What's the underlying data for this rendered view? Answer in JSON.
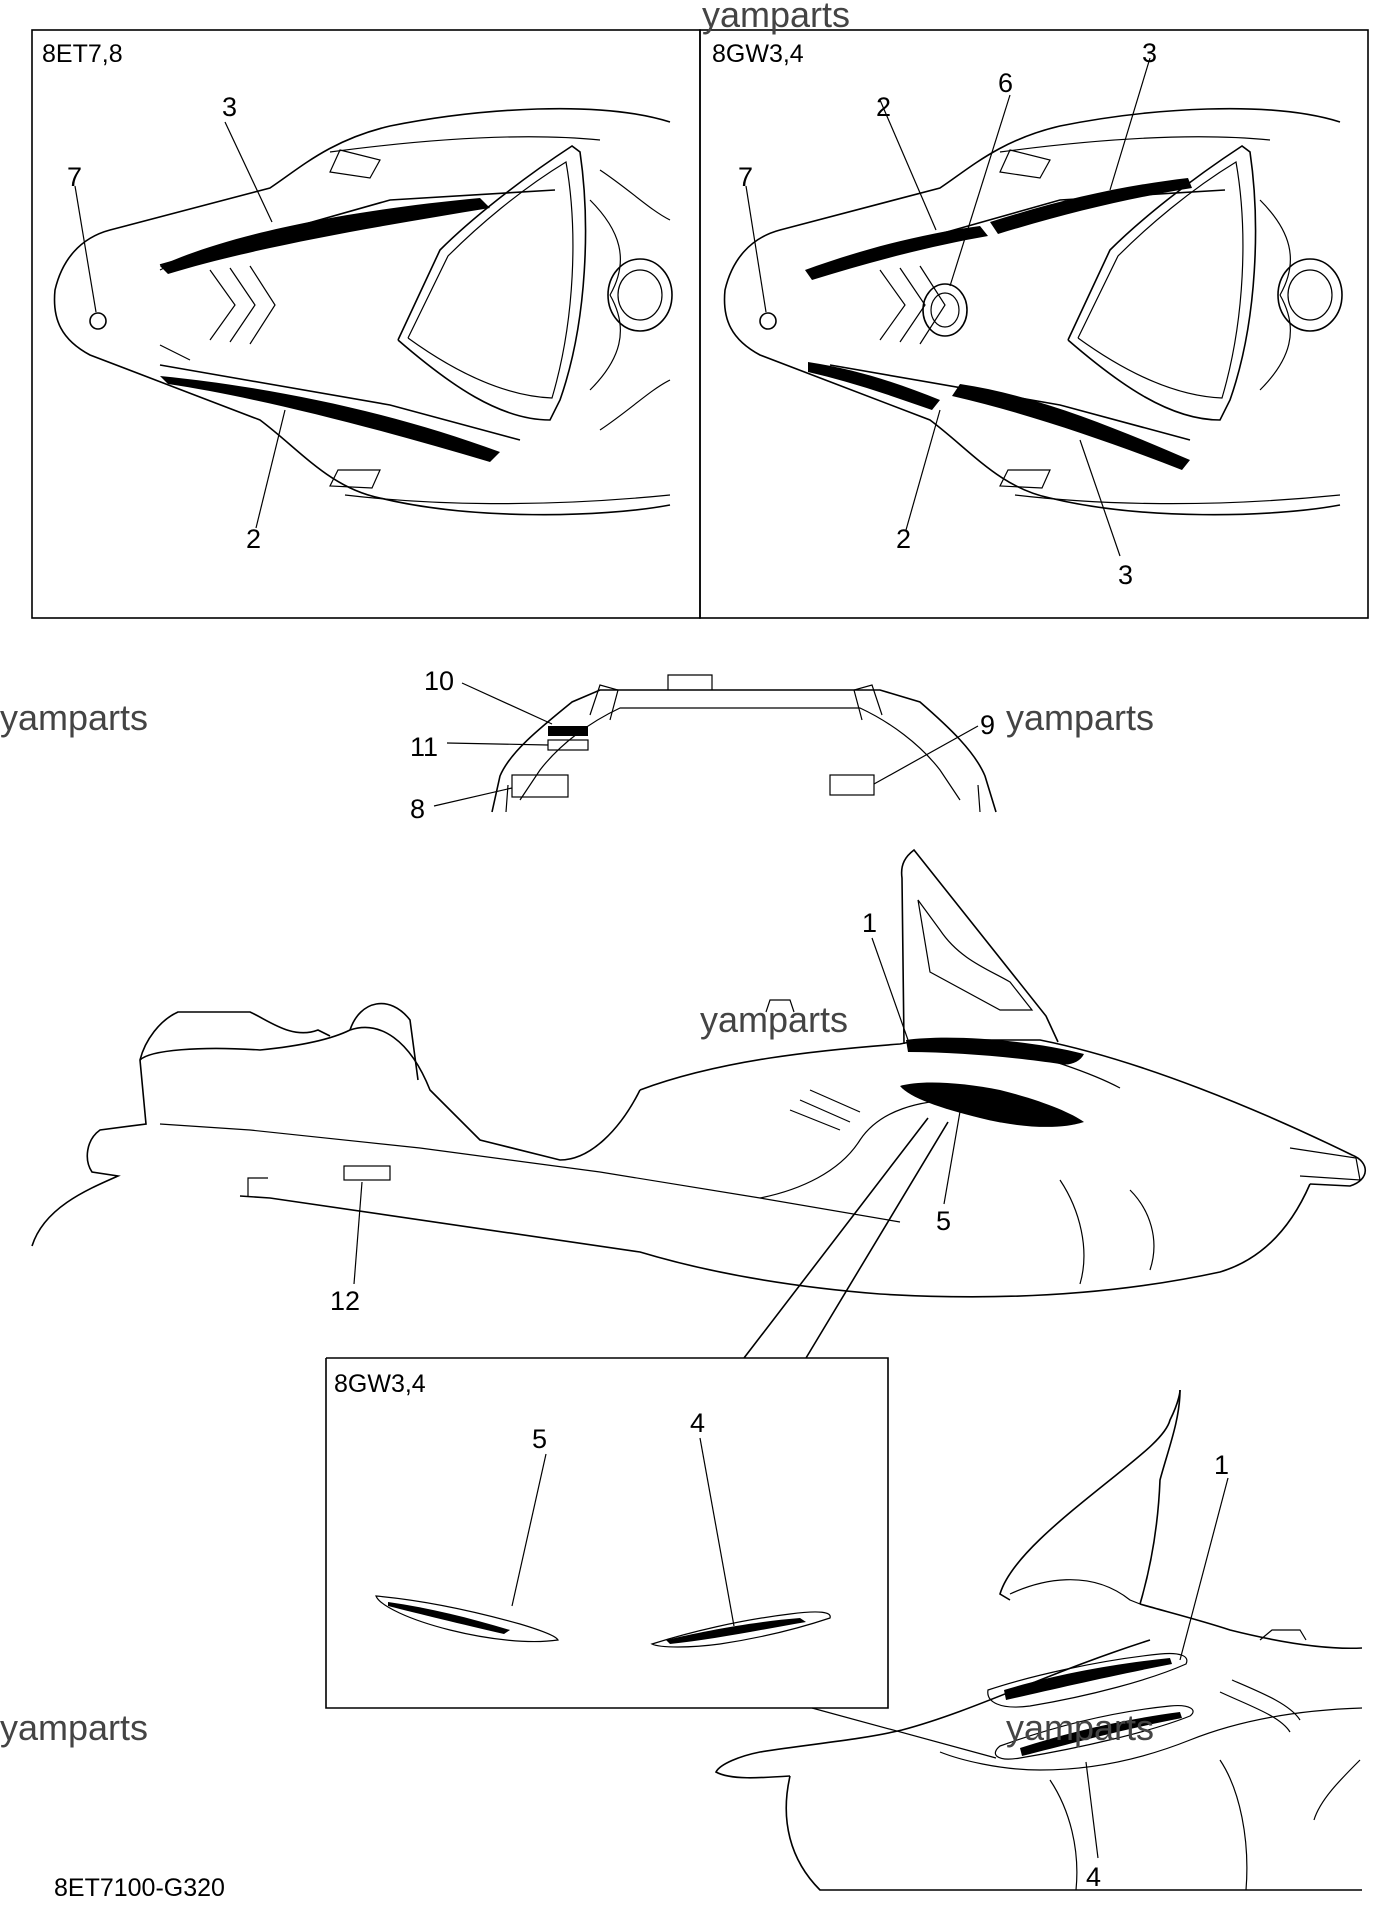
{
  "watermark": "yamparts",
  "panels": {
    "top_left": {
      "model": "8ET7,8",
      "callouts": [
        "3",
        "7",
        "2"
      ]
    },
    "top_right": {
      "model": "8GW3,4",
      "callouts": [
        "2",
        "6",
        "3",
        "7",
        "2",
        "3"
      ]
    }
  },
  "rear_view": {
    "callouts": [
      "10",
      "11",
      "8",
      "9"
    ]
  },
  "side_view": {
    "callouts": [
      "1",
      "5",
      "12"
    ]
  },
  "detail_panel": {
    "model": "8GW3,4",
    "callouts": [
      "5",
      "4"
    ]
  },
  "front_view": {
    "callouts": [
      "1",
      "4"
    ]
  },
  "footer": {
    "drawing_code": "8ET7100-G320"
  }
}
